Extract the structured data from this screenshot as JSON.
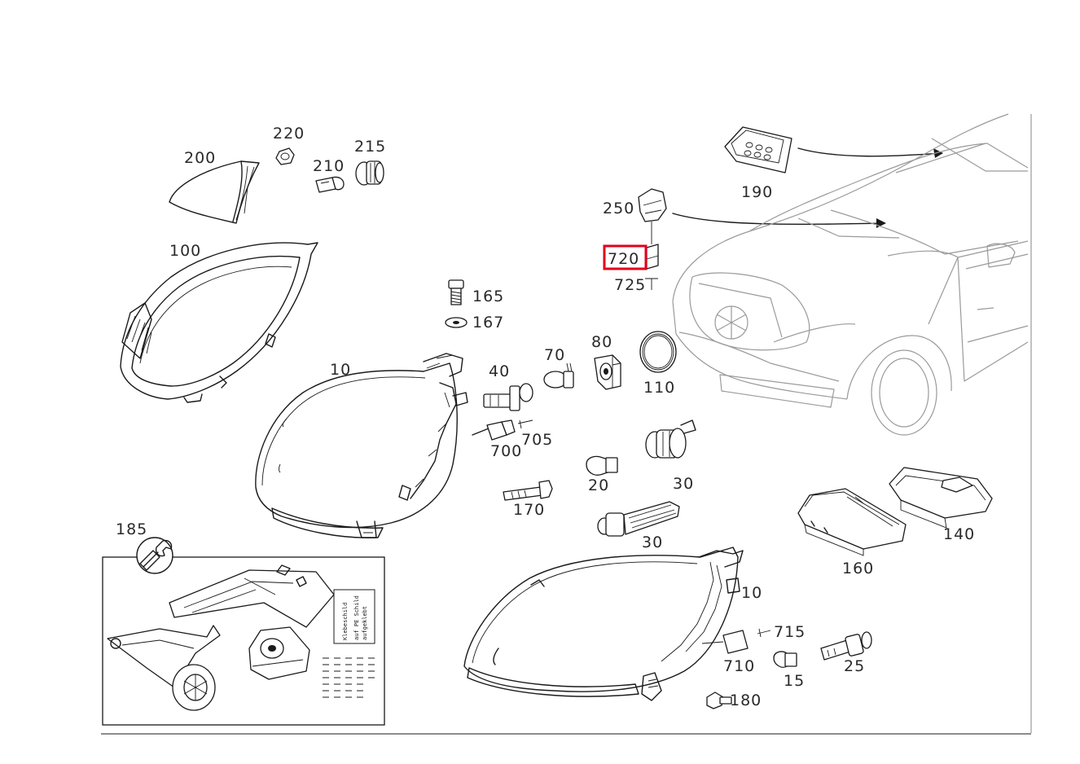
{
  "highlight_color": "#e3001b",
  "highlighted_part": "720",
  "labels": {
    "p200": "200",
    "p220": "220",
    "p210": "210",
    "p215": "215",
    "p100": "100",
    "p190": "190",
    "p250": "250",
    "p720": "720",
    "p725": "725",
    "p165": "165",
    "p167": "167",
    "p10a": "10",
    "p40": "40",
    "p70": "70",
    "p80": "80",
    "p110": "110",
    "p700": "700",
    "p705": "705",
    "p20": "20",
    "p30a": "30",
    "p170": "170",
    "p30b": "30",
    "p140": "140",
    "p160": "160",
    "p185": "185",
    "p10b": "10",
    "p715": "715",
    "p710": "710",
    "p15": "15",
    "p25": "25",
    "p180": "180"
  },
  "kit_label_text": "Klebeschild",
  "kit_label_subtext": [
    "auf PE Schild",
    "aufgeklebt"
  ],
  "icons": {
    "wrench": "wrench-icon"
  }
}
